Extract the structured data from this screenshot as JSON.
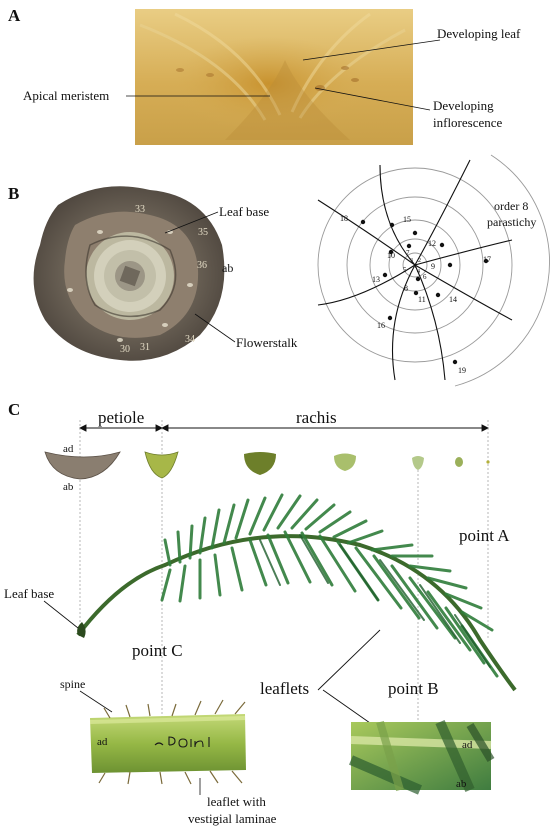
{
  "panel_a": {
    "letter": "A",
    "labels": {
      "developing_leaf": "Developing leaf",
      "apical_meristem": "Apical meristem",
      "developing_inflorescence_line1": "Developing",
      "developing_inflorescence_line2": "inflorescence"
    }
  },
  "panel_b": {
    "letter": "B",
    "labels": {
      "leaf_base": "Leaf base",
      "ab": "ab",
      "flowerstalk": "Flowerstalk",
      "parastichy_line1": "order 8",
      "parastichy_line2": "parastichy"
    },
    "photo_numbers": [
      "33",
      "35",
      "30",
      "36",
      "31",
      "34"
    ],
    "node_numbers": [
      "1",
      "2",
      "3",
      "4",
      "5",
      "6",
      "7",
      "8",
      "9",
      "10",
      "11",
      "12",
      "13",
      "14",
      "15",
      "16",
      "17",
      "18",
      "19"
    ]
  },
  "panel_c": {
    "letter": "C",
    "labels": {
      "petiole": "petiole",
      "rachis": "rachis",
      "ad_top": "ad",
      "ab_top": "ab",
      "leaf_base": "Leaf base",
      "point_a": "point A",
      "point_b": "point B",
      "point_c": "point C",
      "leaflets": "leaflets",
      "spine": "spine",
      "ad_petiole": "ad",
      "petiole_writing": "C Point",
      "leaflet_vestigial_line1": "leaflet with",
      "leaflet_vestigial_line2": "vestigial laminae",
      "ad_inset": "ad",
      "ab_inset": "ab"
    }
  },
  "colors": {
    "panel_a_photo": "#d9b25a",
    "leaf_green": "#2f7d3a",
    "cross_section_green": "#a7b748",
    "petiole_photo_green": "#9fbf4a",
    "diagram_circle": "#9a9a9a"
  }
}
